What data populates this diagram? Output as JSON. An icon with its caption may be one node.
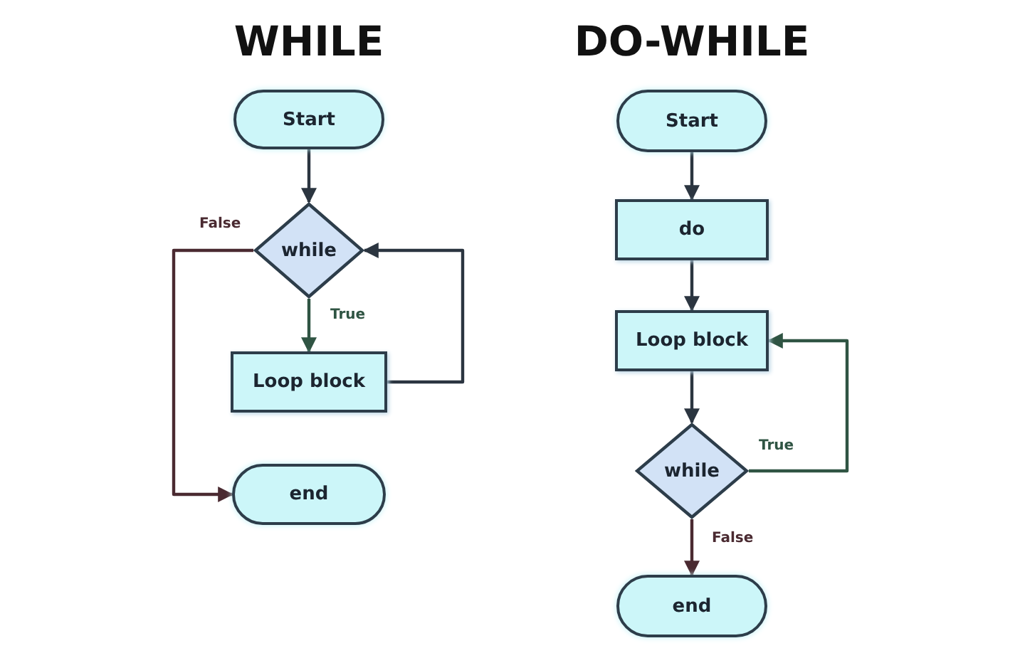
{
  "diagram": {
    "nodes": [
      {
        "text": [
          "Start"
        ]
      },
      {
        "text": [
          "while"
        ]
      },
      {
        "text": [
          "Loop block"
        ]
      },
      {
        "text": [
          "end"
        ]
      },
      {
        "text": [
          "Start"
        ]
      },
      {
        "text": [
          "do"
        ]
      },
      {
        "text": [
          "Loop block"
        ]
      },
      {
        "text": [
          "while"
        ]
      },
      {
        "text": [
          "end"
        ]
      }
    ],
    "edges": [
      {
        "from": 0,
        "to": 1,
        "arrow": "to"
      },
      {
        "from": 1,
        "to": 2,
        "arrow": "to",
        "label": "True",
        "color": "#2f5443"
      },
      {
        "from": 2,
        "to": 1,
        "arrow": "to"
      },
      {
        "from": 1,
        "to": 3,
        "arrow": "to",
        "label": "False",
        "color": "#4a2a31"
      },
      {
        "from": 4,
        "to": 5,
        "arrow": "to"
      },
      {
        "from": 5,
        "to": 6,
        "arrow": "to"
      },
      {
        "from": 6,
        "to": 7,
        "arrow": "to"
      },
      {
        "from": 7,
        "to": 6,
        "arrow": "to",
        "label": "True",
        "color": "#2f5443"
      },
      {
        "from": 7,
        "to": 8,
        "arrow": "to",
        "label": "False",
        "color": "#4a2a31"
      }
    ],
    "labels": [
      "WHILE",
      "DO-WHILE"
    ]
  }
}
